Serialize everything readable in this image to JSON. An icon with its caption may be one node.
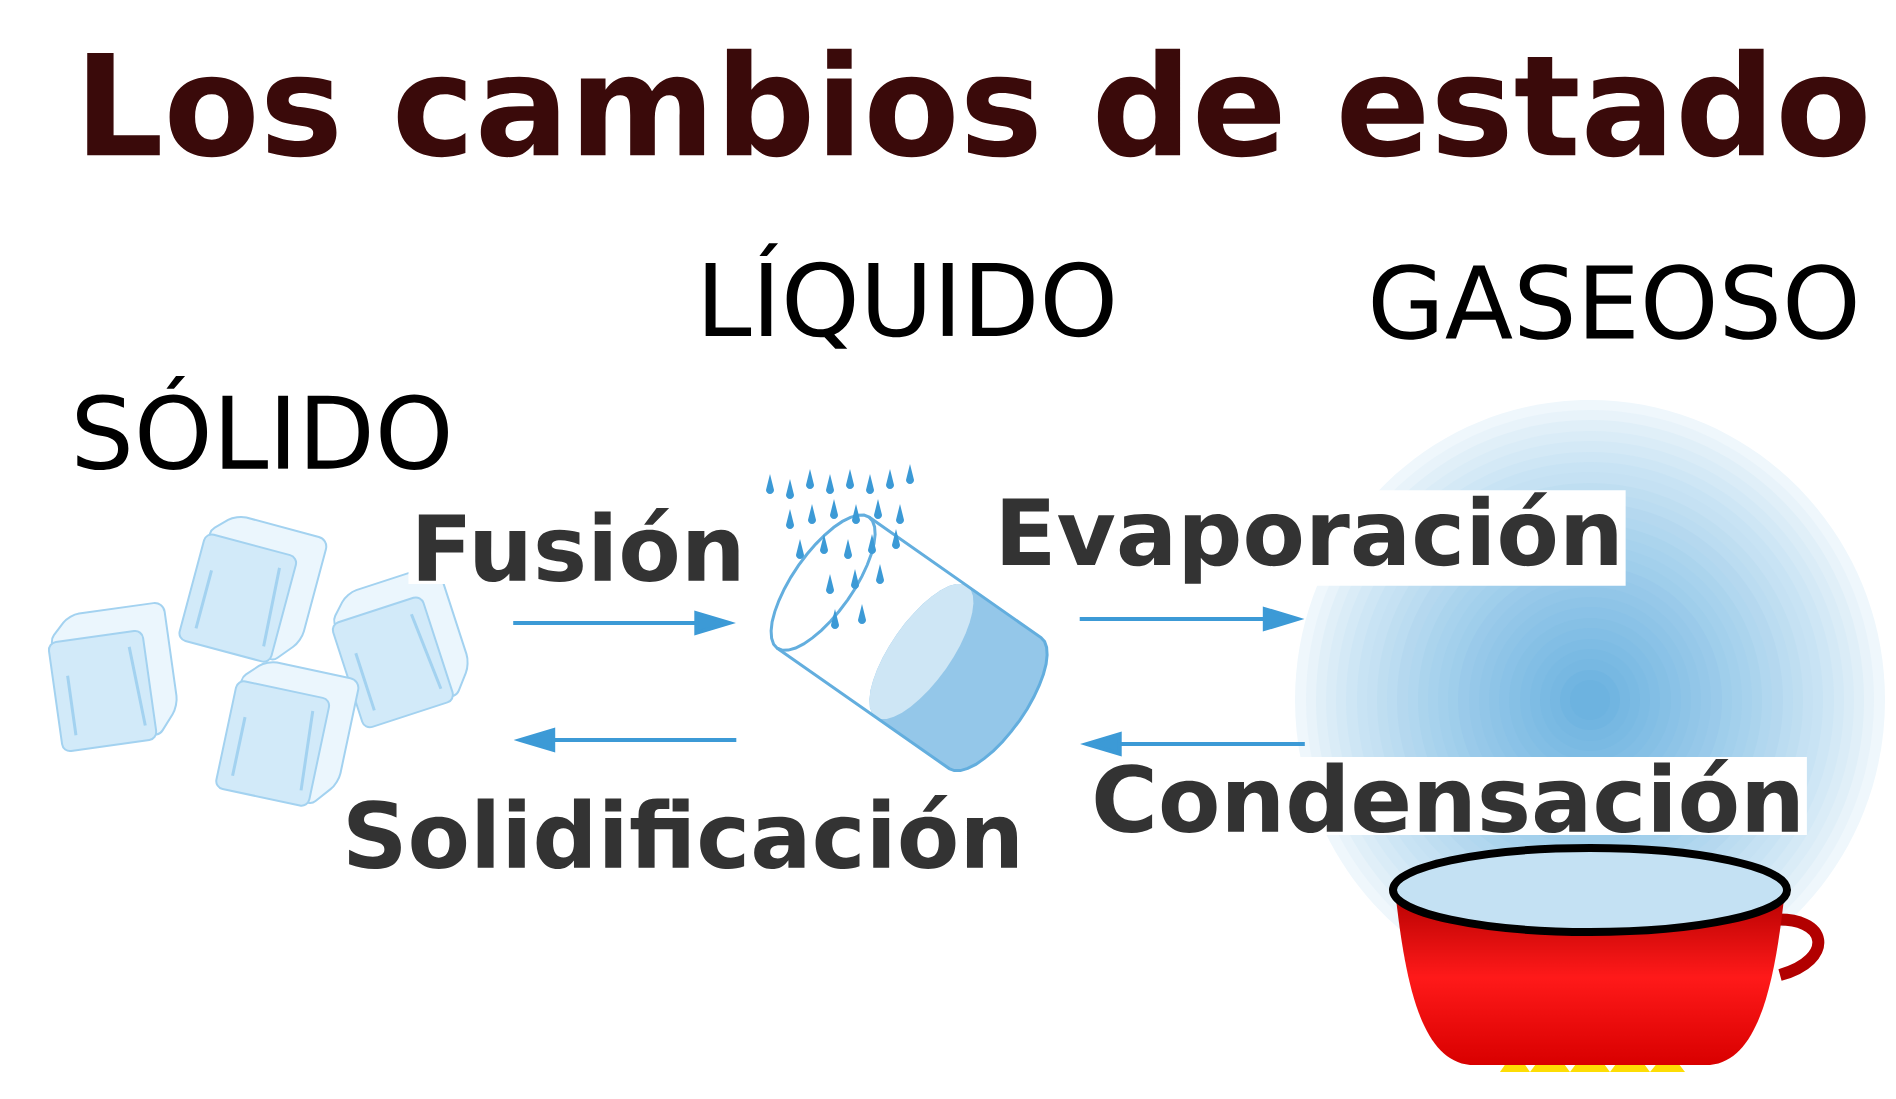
{
  "diagram": {
    "title": "Los cambios de estado",
    "nodes": [
      {
        "text": [
          "SÓLIDO"
        ]
      },
      {
        "text": [
          "LÍQUIDO"
        ]
      },
      {
        "text": [
          "GASEOSO"
        ]
      }
    ],
    "edges": [
      {
        "from": 0,
        "to": 1,
        "arrow": "to",
        "label": "Fusión"
      },
      {
        "from": 1,
        "to": 0,
        "arrow": "to",
        "label": "Solidificación"
      },
      {
        "from": 1,
        "to": 2,
        "arrow": "to",
        "label": "Evaporación"
      },
      {
        "from": 2,
        "to": 1,
        "arrow": "to",
        "label": "Condensación"
      }
    ]
  }
}
